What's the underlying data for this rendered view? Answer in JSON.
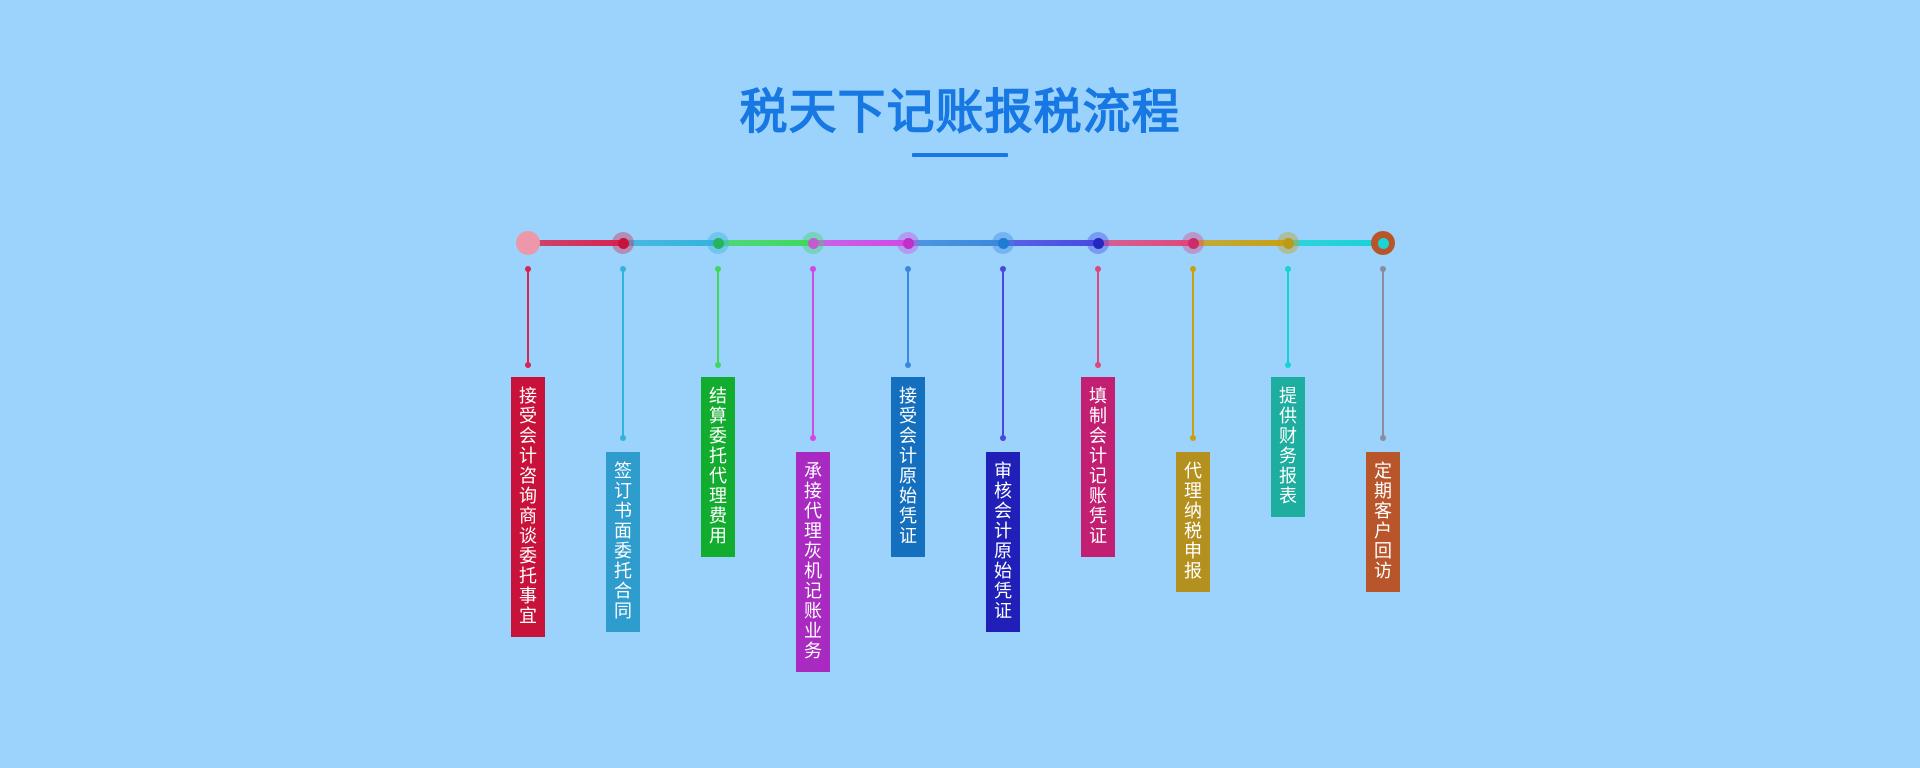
{
  "title": "税天下记账报税流程",
  "steps": [
    {
      "label": "接受会计咨询商谈委托事宜",
      "color": "#c8123a",
      "node": "#ec97aa",
      "line": "#d8224f",
      "pos": "bottom"
    },
    {
      "label": "签订书面委托合同",
      "color": "#2e9ccd",
      "node": "#c8123a",
      "line": "#33b3dc",
      "pos": "low"
    },
    {
      "label": "结算委托代理费用",
      "color": "#12ad2e",
      "node": "#28b45c",
      "line": "#3fd85a",
      "pos": "bottom"
    },
    {
      "label": "承接代理灰机记账业务",
      "color": "#a82ac0",
      "node": "#c35bd2",
      "line": "#d248e4",
      "pos": "low"
    },
    {
      "label": "接受会计原始凭证",
      "color": "#146fbe",
      "node": "#c02fc8",
      "line": "#3a88dc",
      "pos": "bottom"
    },
    {
      "label": "审核会计原始凭证",
      "color": "#2020b8",
      "node": "#1f7cd6",
      "line": "#4848e0",
      "pos": "low"
    },
    {
      "label": "填制会计记账凭证",
      "color": "#c21f72",
      "node": "#2626c4",
      "line": "#e0467c",
      "pos": "bottom"
    },
    {
      "label": "代理纳税申报",
      "color": "#b4901e",
      "node": "#cc2c6a",
      "line": "#c8a012",
      "pos": "low"
    },
    {
      "label": "提供财务报表",
      "color": "#1eaea0",
      "node": "#bc9a18",
      "line": "#16d2d6",
      "pos": "bottom"
    },
    {
      "label": "定期客户回访",
      "color": "#b9552a",
      "node": "#19b7c6",
      "line": "#8a8ca0",
      "pos": "low"
    }
  ]
}
